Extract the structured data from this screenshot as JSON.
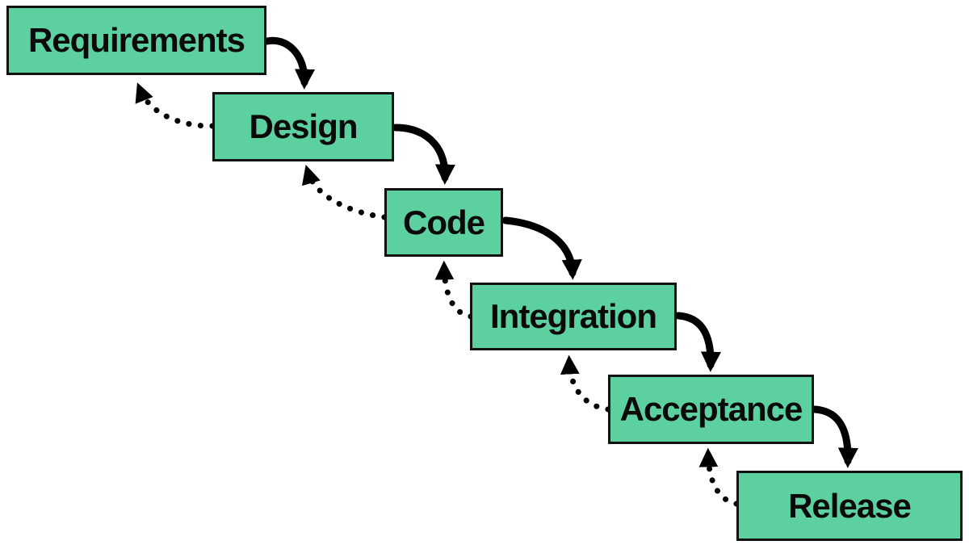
{
  "diagram": {
    "name": "waterfall-model",
    "description": "Six-stage waterfall process flow with solid forward arrows and dotted feedback arrows"
  },
  "stages": [
    {
      "label": "Requirements"
    },
    {
      "label": "Design"
    },
    {
      "label": "Code"
    },
    {
      "label": "Integration"
    },
    {
      "label": "Acceptance"
    },
    {
      "label": "Release"
    }
  ],
  "arrows": {
    "forward_style": "solid-curved",
    "feedback_style": "dotted-curved",
    "forward_pairs": [
      "Requirements→Design",
      "Design→Code",
      "Code→Integration",
      "Integration→Acceptance",
      "Acceptance→Release"
    ],
    "feedback_pairs": [
      "Design→Requirements",
      "Code→Design",
      "Integration→Code",
      "Acceptance→Integration",
      "Release→Acceptance"
    ]
  },
  "colors": {
    "box_fill": "#5dd0a0",
    "box_border": "#111111",
    "arrow": "#000000",
    "background": "#ffffff",
    "label": "#0a0a0a"
  }
}
